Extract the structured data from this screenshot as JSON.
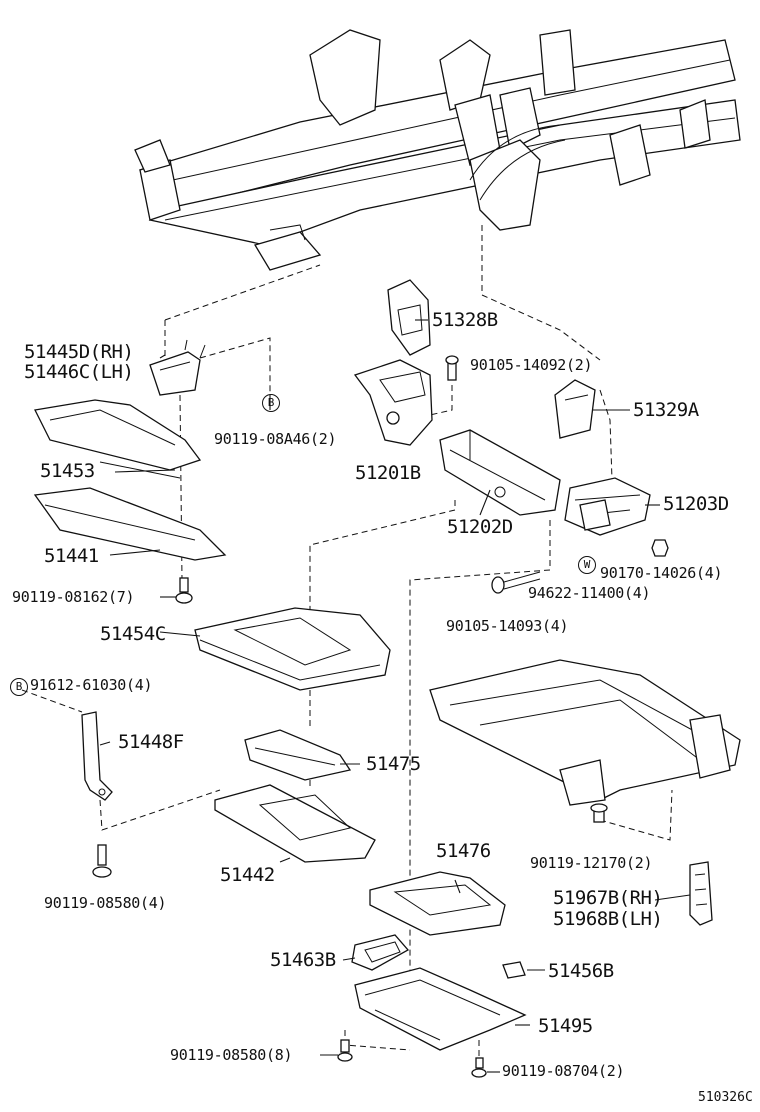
{
  "labels": {
    "p51445D": "51445D(RH)",
    "p51446C": "51446C(LH)",
    "p90119_08A46": "90119-08A46(2)",
    "p51453": "51453",
    "p51441": "51441",
    "p90119_08162": "90119-08162(7)",
    "p51328B": "51328B",
    "p90105_14092": "90105-14092(2)",
    "p51329A": "51329A",
    "p51201B": "51201B",
    "p51202D": "51202D",
    "p51203D": "51203D",
    "p90170_14026": "90170-14026(4)",
    "p94622_11400": "94622-11400(4)",
    "p90105_14093": "90105-14093(4)",
    "p51454C": "51454C",
    "p91612_61030": "91612-61030(4)",
    "p51448F": "51448F",
    "p51475": "51475",
    "p51442": "51442",
    "p90119_08580_4": "90119-08580(4)",
    "p90119_12170": "90119-12170(2)",
    "p51967B": "51967B(RH)",
    "p51968B": "51968B(LH)",
    "p51476": "51476",
    "p51463B": "51463B",
    "p51456B": "51456B",
    "p51495": "51495",
    "p90119_08580_8": "90119-08580(8)",
    "p90119_08704": "90119-08704(2)",
    "diagram_code": "510326C"
  },
  "markers": {
    "b1": "B",
    "b2": "B",
    "w": "W"
  }
}
